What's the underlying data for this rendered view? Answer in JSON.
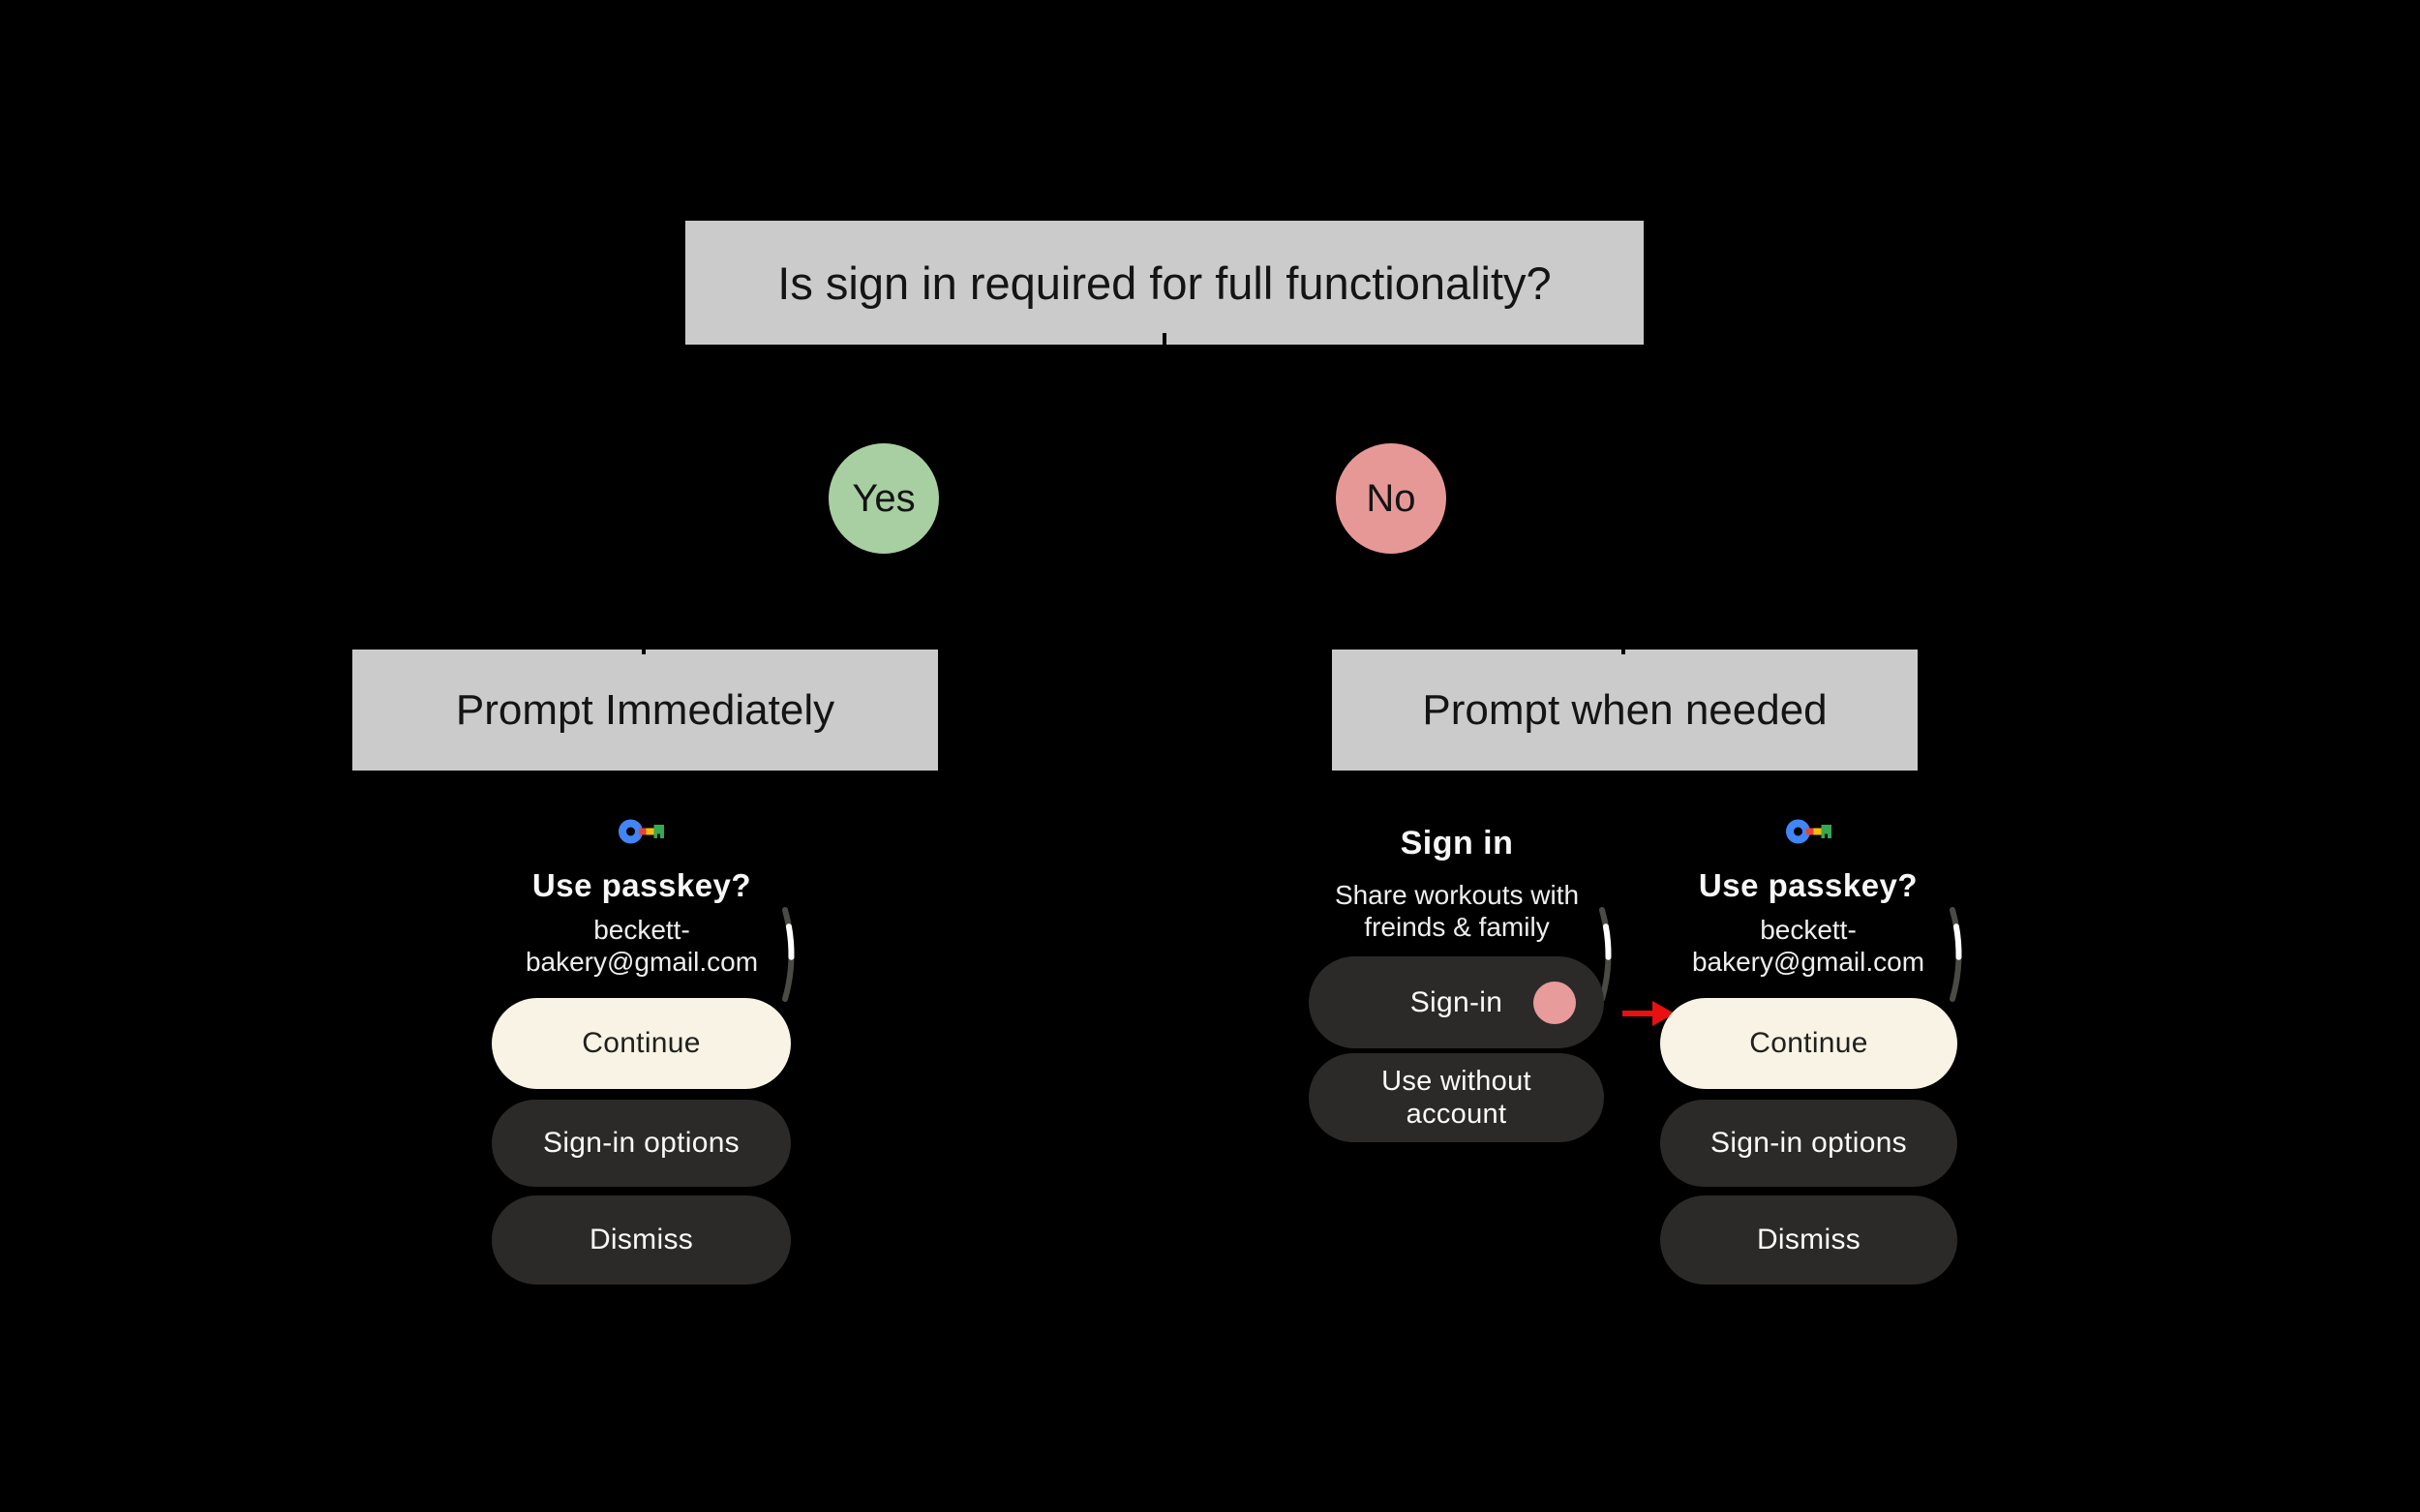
{
  "flowchart": {
    "title": "Is sign in required for full functionality?",
    "yes_label": "Yes",
    "no_label": "No",
    "left_box_label": "Prompt Immediately",
    "right_box_label": "Prompt when needed"
  },
  "passkey_dialog": {
    "icon": "google-passkey-key-icon",
    "title": "Use passkey?",
    "account_line1": "beckett-",
    "account_line2": "bakery@gmail.com",
    "continue_label": "Continue",
    "signin_options_label": "Sign-in options",
    "dismiss_label": "Dismiss"
  },
  "signin_screen": {
    "title": "Sign in",
    "subtitle_line1": "Share workouts with",
    "subtitle_line2": "freinds & family",
    "signin_label": "Sign-in",
    "use_without_line1": "Use without",
    "use_without_line2": "account"
  },
  "colors": {
    "background": "#000000",
    "box_gray": "#cbcbcb",
    "yes_green": "#a8cfa2",
    "no_red": "#e69897",
    "continue_cream": "#f8f3e4",
    "pill_dark": "#2b2a28",
    "touch_dot_pink": "#e89b9b",
    "arrow_red": "#e81010",
    "scrollbar_track": "#4b4b45",
    "scrollbar_thumb": "#ffffff",
    "key_blue": "#4285f4",
    "key_red": "#ea4335",
    "key_yellow": "#fbbc04",
    "key_green": "#34a853"
  }
}
